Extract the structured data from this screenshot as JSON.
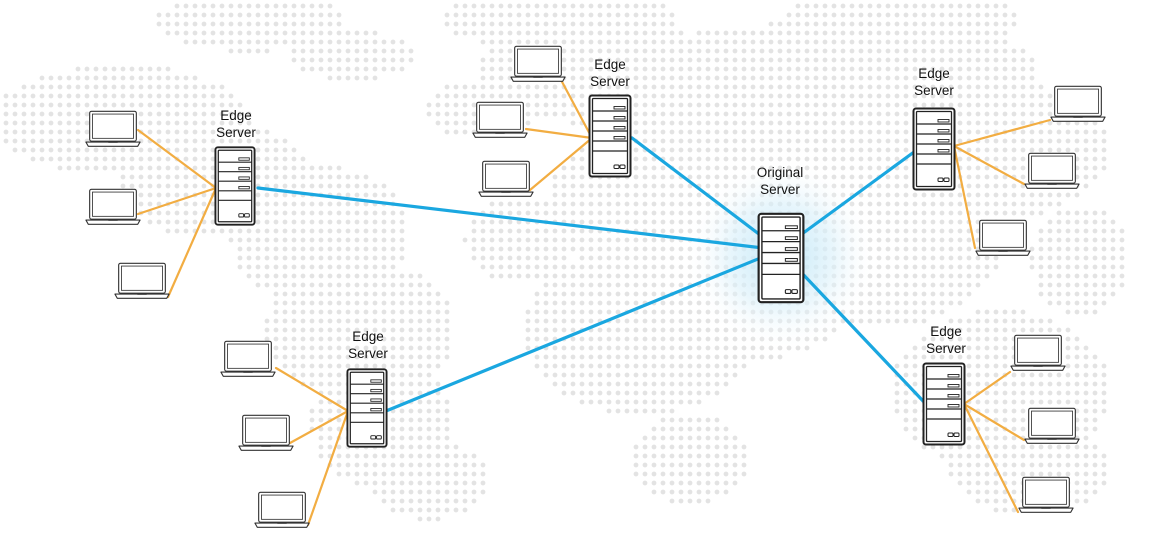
{
  "colors": {
    "background": "#ffffff",
    "world_dots": "#e3e3e3",
    "backbone_link": "#1aa7e0",
    "client_link": "#f2ad42",
    "device_outline": "#222222",
    "glow": "#bfe6f7"
  },
  "nodes": {
    "origin": {
      "label_line1": "Original",
      "label_line2": "Server",
      "icon": "server-tower-icon"
    },
    "edge_1": {
      "label_line1": "Edge",
      "label_line2": "Server",
      "icon": "server-tower-icon"
    },
    "edge_2": {
      "label_line1": "Edge",
      "label_line2": "Server",
      "icon": "server-tower-icon"
    },
    "edge_3": {
      "label_line1": "Edge",
      "label_line2": "Server",
      "icon": "server-tower-icon"
    },
    "edge_4": {
      "label_line1": "Edge",
      "label_line2": "Server",
      "icon": "server-tower-icon"
    },
    "edge_5": {
      "label_line1": "Edge",
      "label_line2": "Server",
      "icon": "server-tower-icon"
    }
  },
  "client_icon": "laptop-icon",
  "links": {
    "backbone": [
      "edge_1",
      "edge_2",
      "edge_3",
      "edge_4",
      "edge_5"
    ],
    "clients_per_edge": 3
  }
}
